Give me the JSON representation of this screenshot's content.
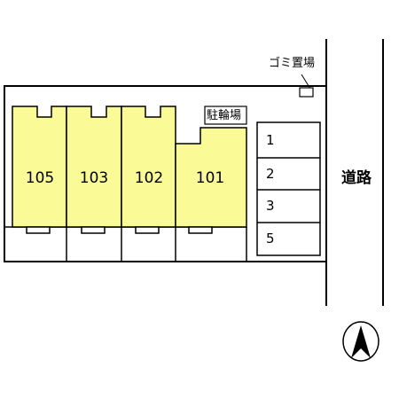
{
  "units": [
    "105",
    "103",
    "102",
    "101"
  ],
  "labels": {
    "garbage": "ゴミ置場",
    "bicycle": "駐輪場",
    "road": "道路"
  },
  "parking": [
    "1",
    "2",
    "3",
    "5"
  ],
  "colors": {
    "unit_fill": "#fafa96",
    "line": "#000000",
    "background": "#ffffff"
  },
  "icons": {
    "compass": "north-arrow-icon"
  }
}
